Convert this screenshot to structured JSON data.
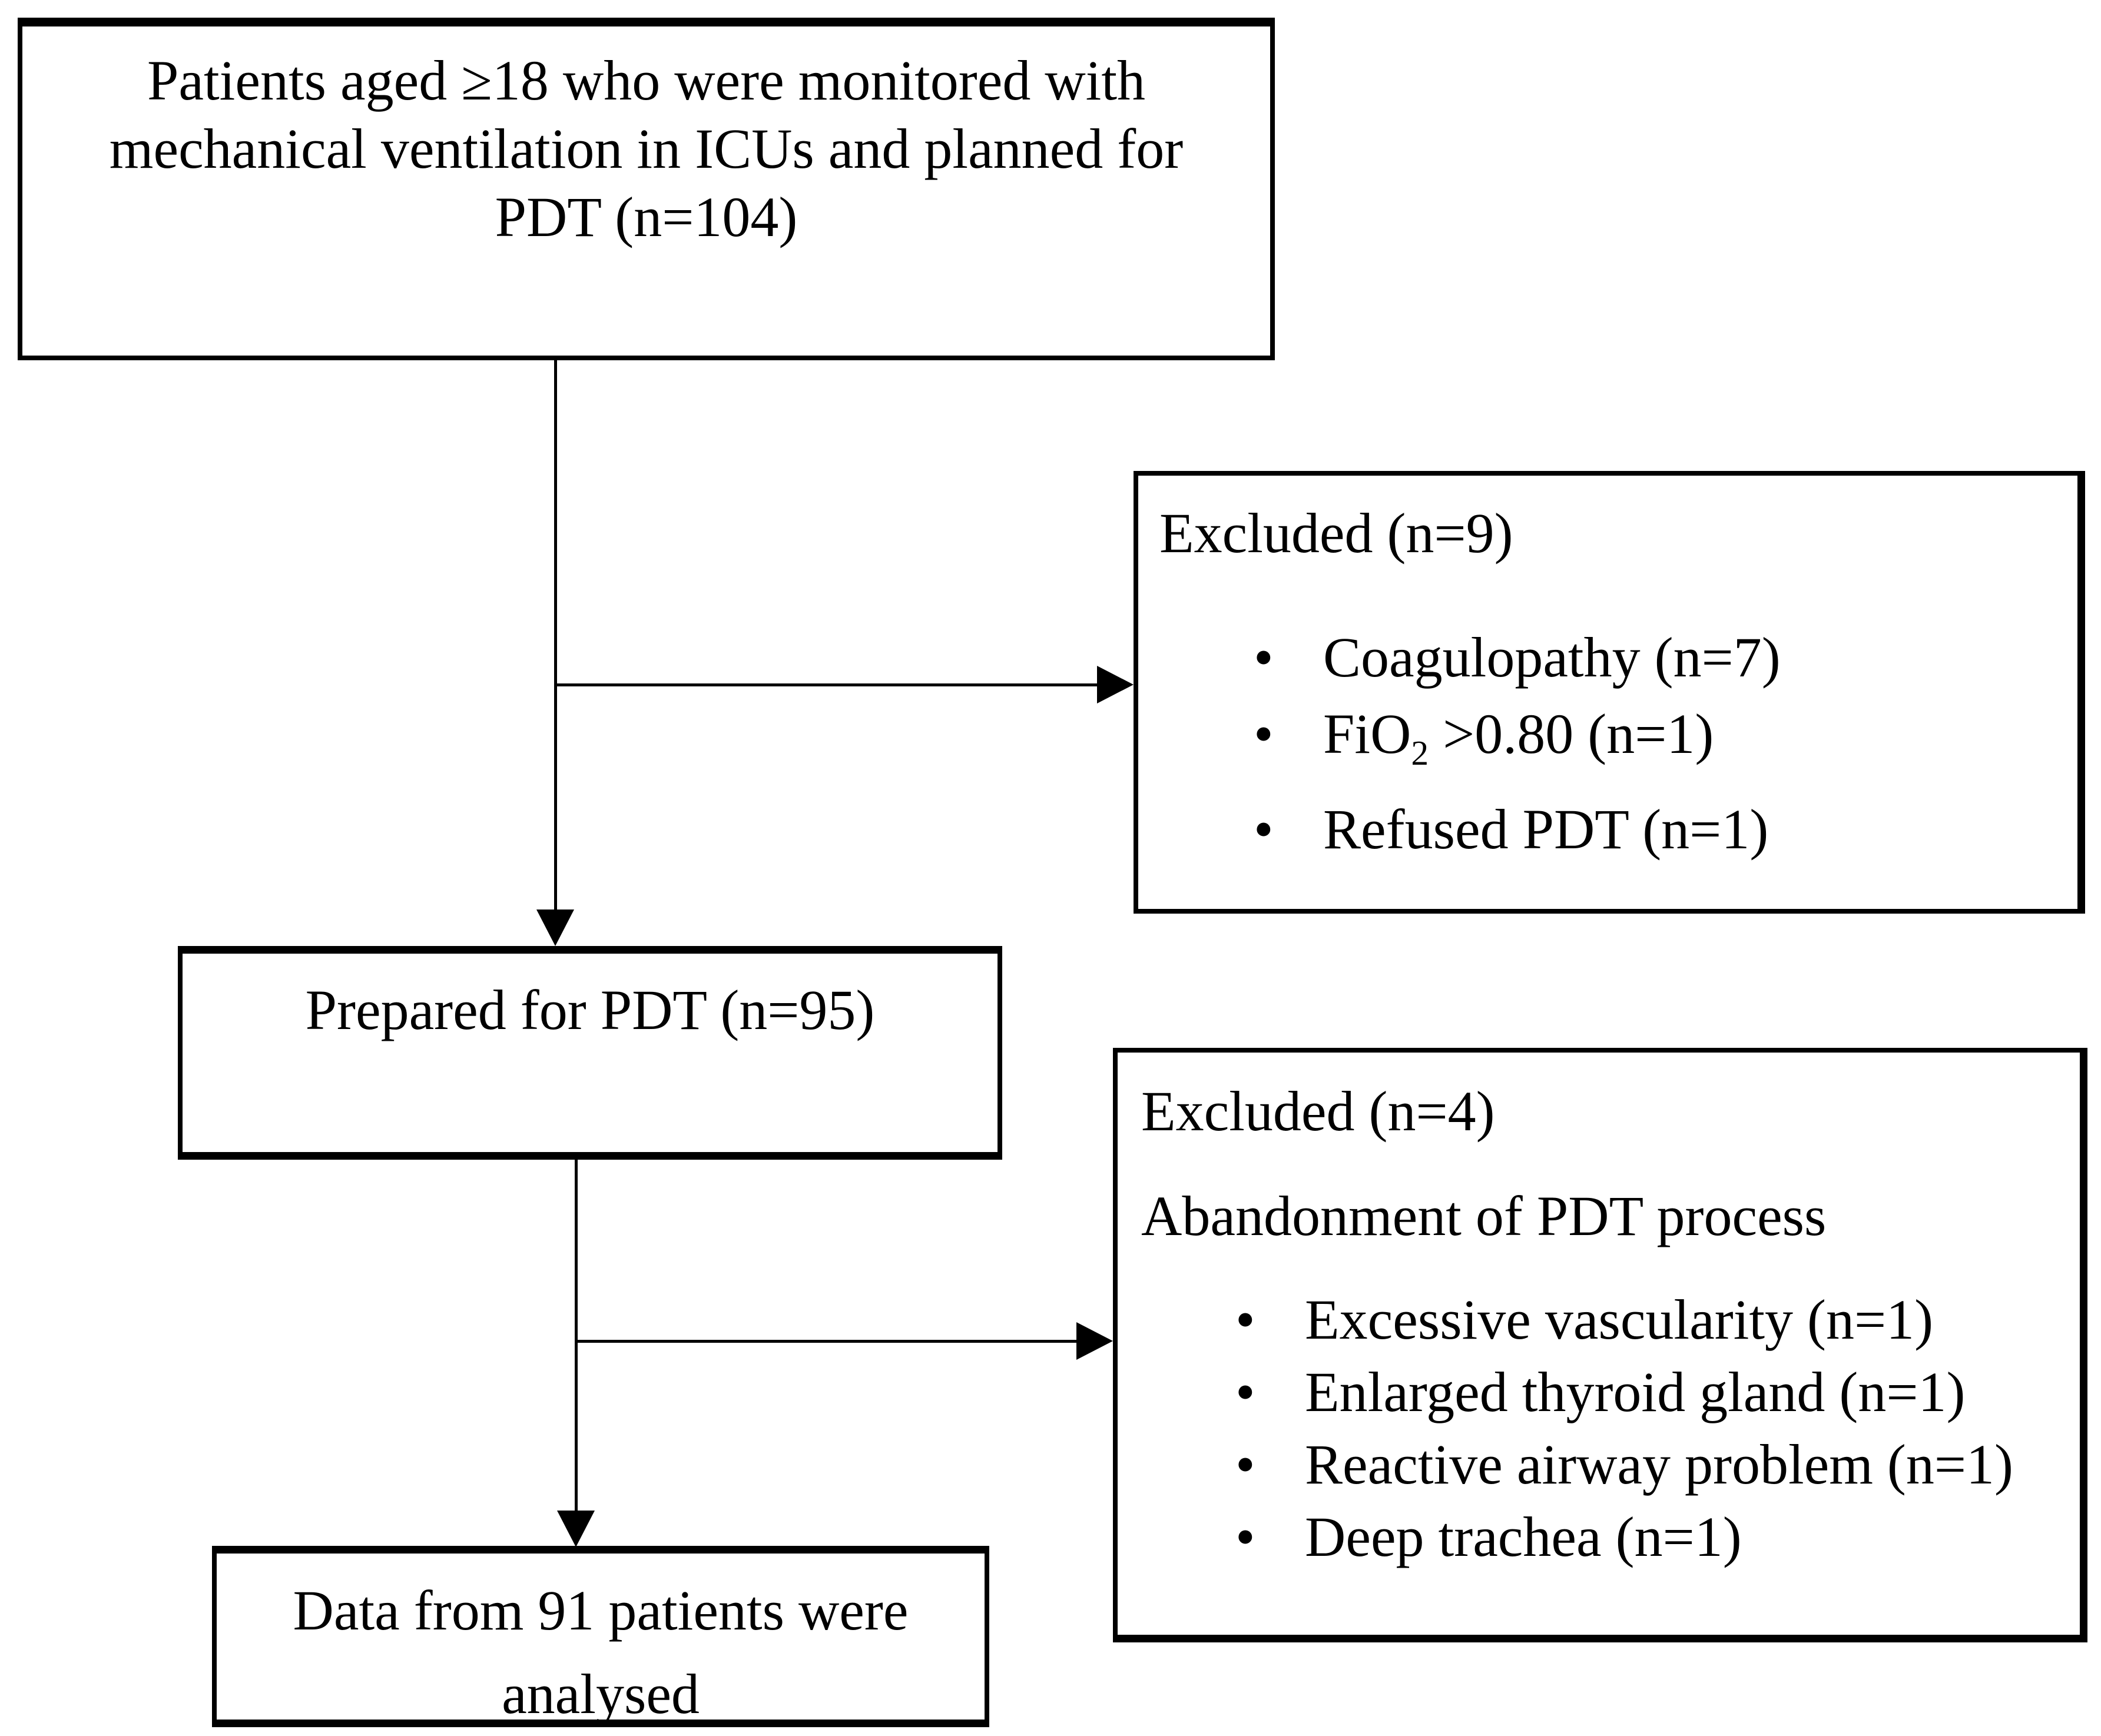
{
  "colors": {
    "background": "#ffffff",
    "ink": "#000000"
  },
  "glyphs": {
    "bullet": "•"
  },
  "enrollment_box": {
    "lines": [
      "Patients aged ≥18 who were monitored with",
      "mechanical ventilation in ICUs and planned for",
      "PDT (n=104)"
    ]
  },
  "excluded_box_1": {
    "title": "Excluded (n=9)",
    "items": [
      "Coagulopathy (n=7)",
      {
        "pre": "FiO",
        "sub": "2",
        "post": " >0.80 (n=1)"
      },
      "Refused PDT (n=1)"
    ]
  },
  "prepared_box": {
    "text": "Prepared for PDT (n=95)"
  },
  "excluded_box_2": {
    "title": "Excluded (n=4)",
    "subtitle": "Abandonment of PDT process",
    "items": [
      "Excessive vascularity (n=1)",
      "Enlarged thyroid gland (n=1)",
      "Reactive airway problem (n=1)",
      "Deep trachea (n=1)"
    ]
  },
  "analysed_box": {
    "lines": [
      "Data from 91 patients were",
      "analysed"
    ]
  }
}
